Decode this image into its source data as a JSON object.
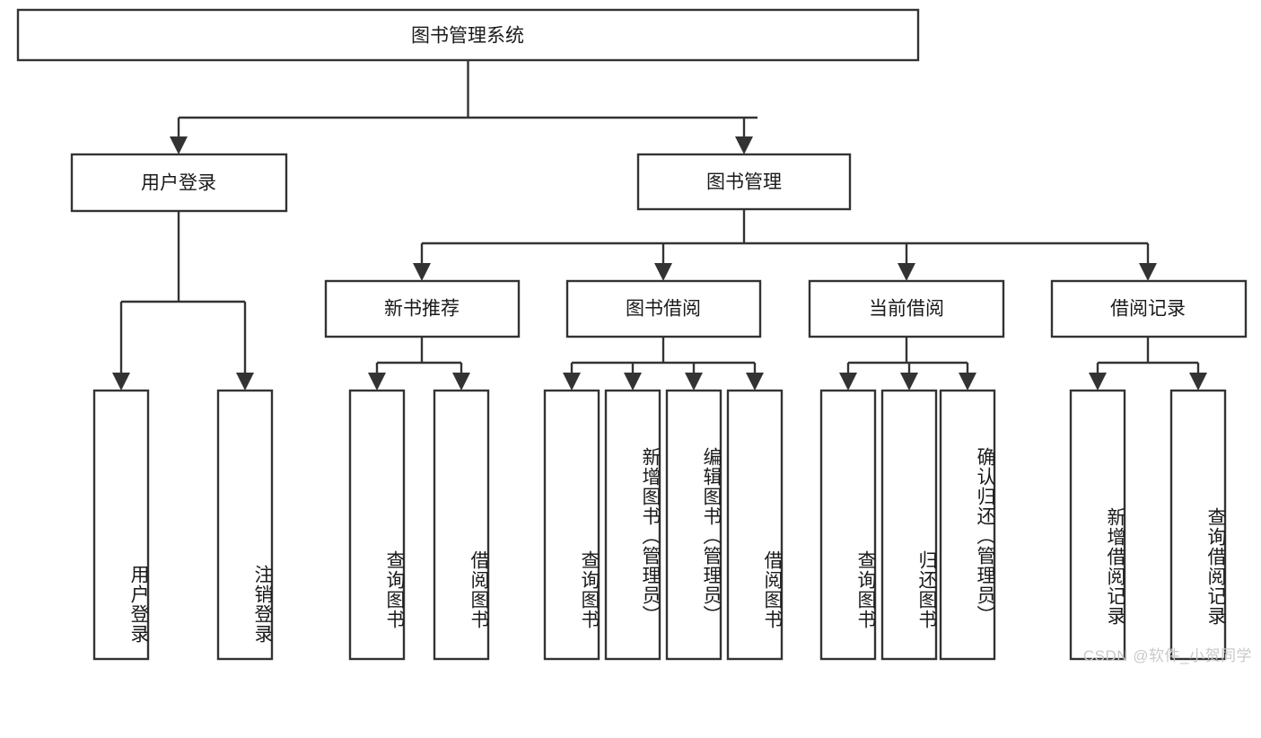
{
  "diagram": {
    "type": "tree-hierarchy",
    "title": "图书管理系统",
    "orientation": "top-down",
    "colors": {
      "box_stroke": "#333333",
      "box_fill": "#ffffff",
      "text": "#1a1a1a",
      "background": "#ffffff",
      "watermark": "#c9c9c9"
    },
    "nodes": {
      "root": {
        "label": "图书管理系统"
      },
      "level1": [
        {
          "label": "用户登录"
        },
        {
          "label": "图书管理"
        }
      ],
      "level2_under_book_management": [
        {
          "label": "新书推荐"
        },
        {
          "label": "图书借阅"
        },
        {
          "label": "当前借阅"
        },
        {
          "label": "借阅记录"
        }
      ],
      "leaves_under_user_login": [
        {
          "label": "用户登录"
        },
        {
          "label": "注销登录"
        }
      ],
      "leaves_under_new_book": [
        {
          "label": "查询图书"
        },
        {
          "label": "借阅图书"
        }
      ],
      "leaves_under_book_borrow": [
        {
          "label": "查询图书"
        },
        {
          "label": "新增图书（管理员）"
        },
        {
          "label": "编辑图书（管理员）"
        },
        {
          "label": "借阅图书"
        }
      ],
      "leaves_under_current_borrow": [
        {
          "label": "查询图书"
        },
        {
          "label": "归还图书"
        },
        {
          "label": "确认归还（管理员）"
        }
      ],
      "leaves_under_borrow_record": [
        {
          "label": "新增借阅记录"
        },
        {
          "label": "查询借阅记录"
        }
      ]
    }
  },
  "watermark": {
    "text": "CSDN @软件_小贺同学"
  }
}
